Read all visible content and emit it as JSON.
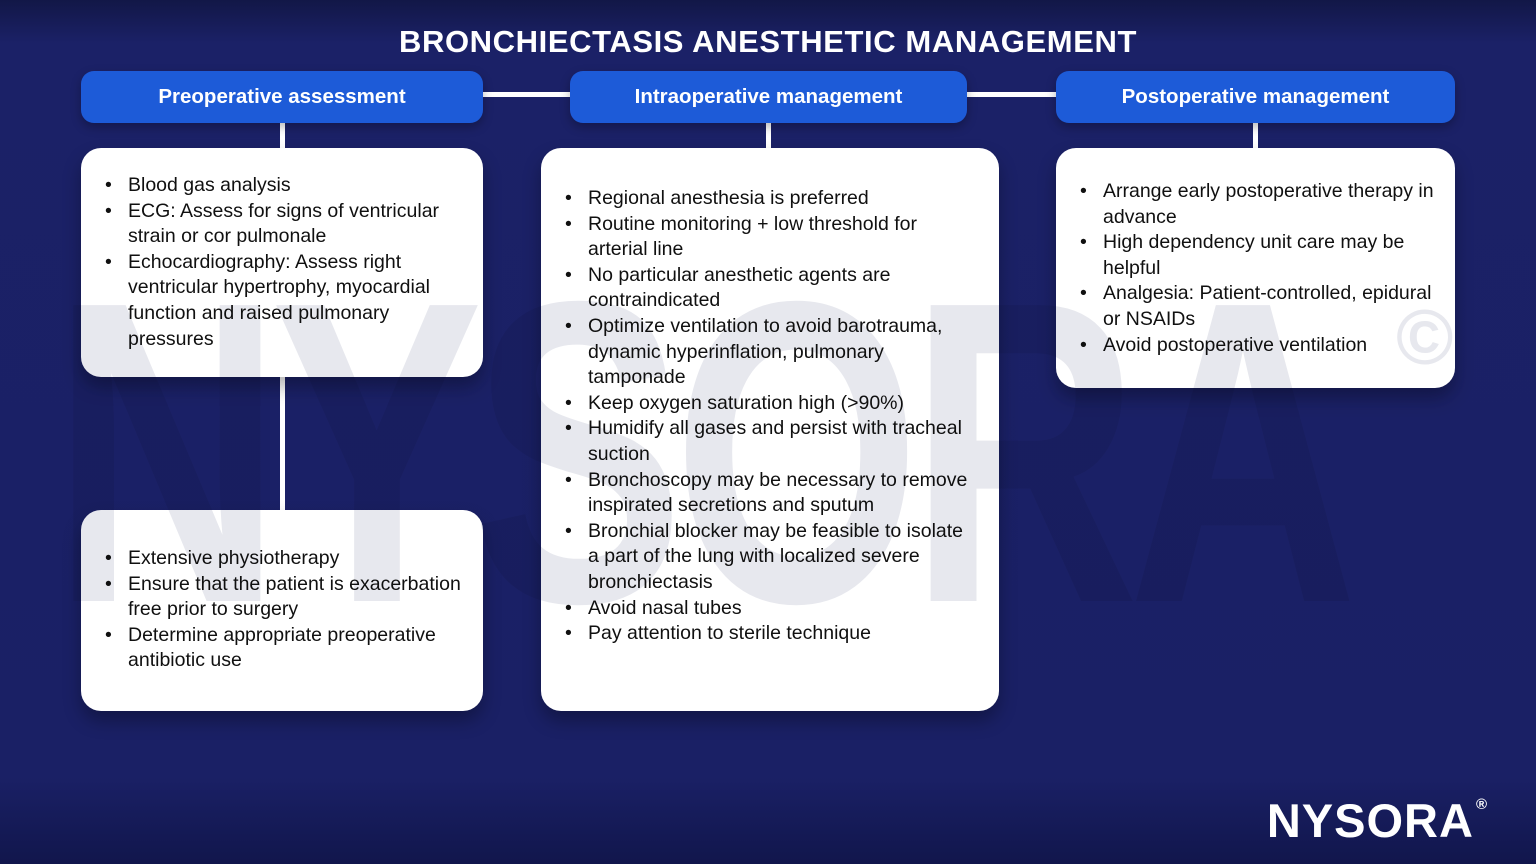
{
  "title": "BRONCHIECTASIS ANESTHETIC MANAGEMENT",
  "columns": [
    {
      "header": "Preoperative assessment",
      "cards": [
        {
          "bullets": [
            "Blood gas analysis",
            "ECG: Assess for signs of ventricular strain or cor pulmonale",
            "Echocardiography: Assess right ventricular hypertrophy, myocardial function and raised pulmonary pressures"
          ]
        },
        {
          "bullets": [
            "Extensive physiotherapy",
            "Ensure that the patient is exacerbation free prior to surgery",
            "Determine appropriate preoperative antibiotic use"
          ]
        }
      ]
    },
    {
      "header": "Intraoperative management",
      "cards": [
        {
          "bullets": [
            "Regional anesthesia is preferred",
            "Routine monitoring + low threshold for arterial line",
            "No particular anesthetic agents are contraindicated",
            "Optimize ventilation to avoid barotrauma, dynamic hyperinflation, pulmonary tamponade",
            "Keep oxygen saturation high (>90%)",
            "Humidify all gases and persist with tracheal suction",
            "Bronchoscopy may be necessary to remove inspirated secretions and sputum",
            "Bronchial blocker may be feasible to isolate a part of the lung with localized severe bronchiectasis",
            "Avoid nasal tubes",
            "Pay attention to sterile technique"
          ]
        }
      ]
    },
    {
      "header": "Postoperative management",
      "cards": [
        {
          "bullets": [
            "Arrange early postoperative therapy in advance",
            "High dependency unit care may be helpful",
            "Analgesia: Patient-controlled, epidural or NSAIDs",
            "Avoid postoperative ventilation"
          ]
        }
      ]
    }
  ],
  "watermark": {
    "text": "NYSORA",
    "copyright": "©"
  },
  "logo": {
    "text": "NYSORA",
    "registered": "®"
  },
  "colors": {
    "background": "#1A2065",
    "pill_blue": "#1D5BD8",
    "card_white": "#FFFFFF",
    "body_text": "#101010",
    "title_white": "#FFFFFF",
    "connector_white": "#FFFFFF"
  }
}
